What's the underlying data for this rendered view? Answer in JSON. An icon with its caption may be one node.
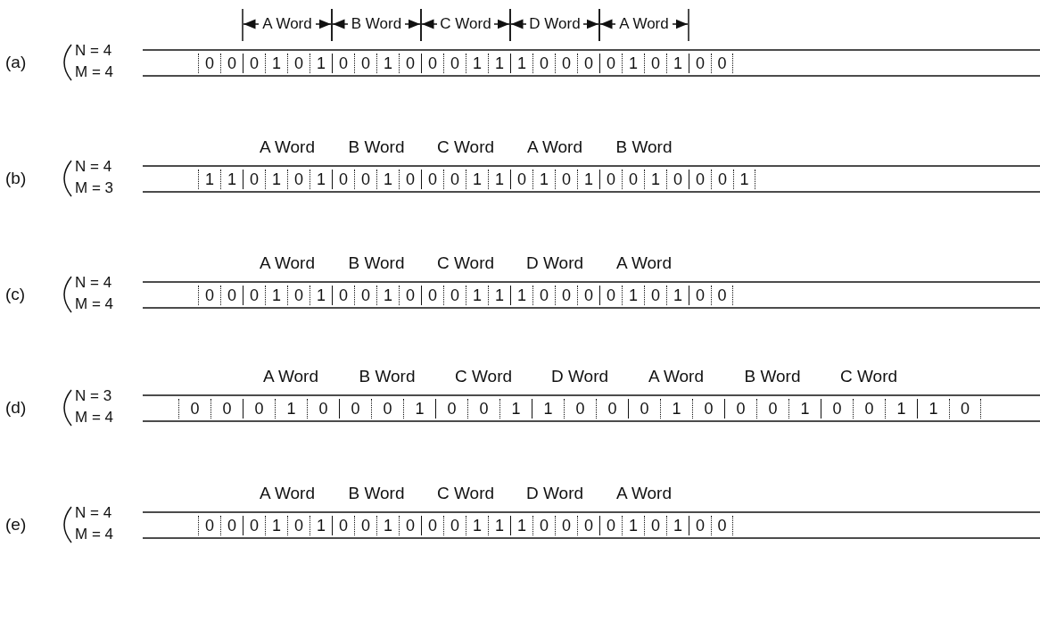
{
  "diagram": {
    "labels": [
      "A Word",
      "B Word",
      "C Word",
      "D Word",
      "A Word",
      "(a)",
      "N = 4",
      "M = 4",
      "0",
      "0",
      "0",
      "1",
      "0",
      "1",
      "0",
      "0",
      "1",
      "0",
      "0",
      "0",
      "1",
      "1",
      "1",
      "0",
      "0",
      "0",
      "0",
      "1",
      "0",
      "1",
      "0",
      "0",
      "A Word",
      "B Word",
      "C Word",
      "A Word",
      "B Word",
      "(b)",
      "N = 4",
      "M = 3",
      "1",
      "1",
      "0",
      "1",
      "0",
      "1",
      "0",
      "0",
      "1",
      "0",
      "0",
      "0",
      "1",
      "1",
      "0",
      "1",
      "0",
      "1",
      "0",
      "0",
      "1",
      "0",
      "0",
      "0",
      "1",
      "A Word",
      "B Word",
      "C Word",
      "D Word",
      "A Word",
      "(c)",
      "N = 4",
      "M = 4",
      "0",
      "0",
      "0",
      "1",
      "0",
      "1",
      "0",
      "0",
      "1",
      "0",
      "0",
      "0",
      "1",
      "1",
      "1",
      "0",
      "0",
      "0",
      "0",
      "1",
      "0",
      "1",
      "0",
      "0",
      "A Word",
      "B Word",
      "C Word",
      "D Word",
      "A Word",
      "B Word",
      "C Word",
      "(d)",
      "N = 3",
      "M = 4",
      "0",
      "0",
      "0",
      "1",
      "0",
      "0",
      "0",
      "1",
      "0",
      "0",
      "1",
      "1",
      "0",
      "0",
      "0",
      "1",
      "0",
      "0",
      "0",
      "1",
      "0",
      "0",
      "1",
      "1",
      "0",
      "A Word",
      "B Word",
      "C Word",
      "D Word",
      "A Word",
      "(e)",
      "N = 4",
      "M = 4",
      "0",
      "0",
      "0",
      "1",
      "0",
      "1",
      "0",
      "0",
      "1",
      "0",
      "0",
      "0",
      "1",
      "1",
      "1",
      "0",
      "0",
      "0",
      "0",
      "1",
      "0",
      "1",
      "0",
      "0"
    ]
  }
}
